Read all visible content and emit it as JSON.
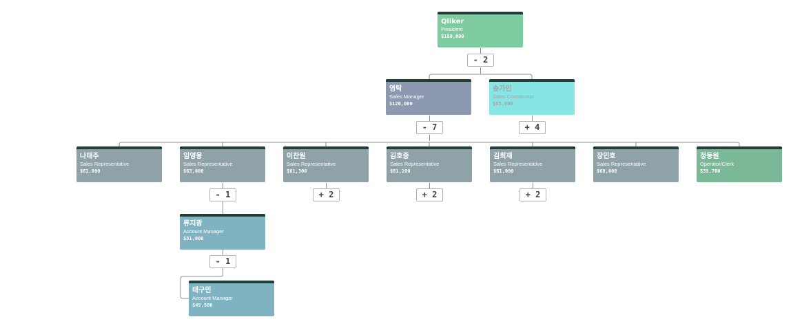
{
  "nodes": [
    {
      "id": "n0",
      "name": "Qliker",
      "title": "President",
      "salary": "$180,000",
      "color": "#7fcba0"
    },
    {
      "id": "n1",
      "name": "영탁",
      "title": "Sales Manager",
      "salary": "$120,000",
      "color": "#8c99b0"
    },
    {
      "id": "n2",
      "name": "송가인",
      "title": "Sales Coordinator",
      "salary": "$63,000",
      "color": "#86e6e4",
      "light": true
    },
    {
      "id": "n3",
      "name": "나태주",
      "title": "Sales Representative",
      "salary": "$61,000",
      "color": "#8ea2a8"
    },
    {
      "id": "n4",
      "name": "임영웅",
      "title": "Sales Representative",
      "salary": "$63,000",
      "color": "#8ea2a8"
    },
    {
      "id": "n5",
      "name": "이찬원",
      "title": "Sales Representative",
      "salary": "$61,300",
      "color": "#8ea2a8"
    },
    {
      "id": "n6",
      "name": "김호중",
      "title": "Sales Representative",
      "salary": "$61,200",
      "color": "#8ea2a8"
    },
    {
      "id": "n7",
      "name": "김희재",
      "title": "Sales Representative",
      "salary": "$61,000",
      "color": "#8ea2a8"
    },
    {
      "id": "n8",
      "name": "장민호",
      "title": "Sales Representative",
      "salary": "$60,000",
      "color": "#8ea2a8"
    },
    {
      "id": "n9",
      "name": "정동원",
      "title": "Operator/Clerk",
      "salary": "$35,700",
      "color": "#7ab898"
    },
    {
      "id": "n10",
      "name": "류지광",
      "title": "Account Manager",
      "salary": "$51,000",
      "color": "#80b3c1"
    },
    {
      "id": "n11",
      "name": "태구민",
      "title": "Account Manager",
      "salary": "$49,500",
      "color": "#80b3c1"
    }
  ],
  "toggles": [
    {
      "id": "t0",
      "label": "- 2"
    },
    {
      "id": "t1",
      "label": "- 7"
    },
    {
      "id": "t2",
      "label": "+ 4"
    },
    {
      "id": "t4",
      "label": "- 1"
    },
    {
      "id": "t5",
      "label": "+ 2"
    },
    {
      "id": "t6",
      "label": "+ 2"
    },
    {
      "id": "t7",
      "label": "+ 2"
    },
    {
      "id": "t10",
      "label": "- 1"
    }
  ],
  "edges": [
    [
      "n0",
      "n1"
    ],
    [
      "n0",
      "n2"
    ],
    [
      "n1",
      "n3"
    ],
    [
      "n1",
      "n4"
    ],
    [
      "n1",
      "n5"
    ],
    [
      "n1",
      "n6"
    ],
    [
      "n1",
      "n7"
    ],
    [
      "n1",
      "n8"
    ],
    [
      "n1",
      "n9"
    ],
    [
      "n4",
      "n10"
    ],
    [
      "n10",
      "n11"
    ]
  ],
  "colors": {
    "connector": "#8a8f93",
    "node_border_top": "#1f3f38"
  }
}
